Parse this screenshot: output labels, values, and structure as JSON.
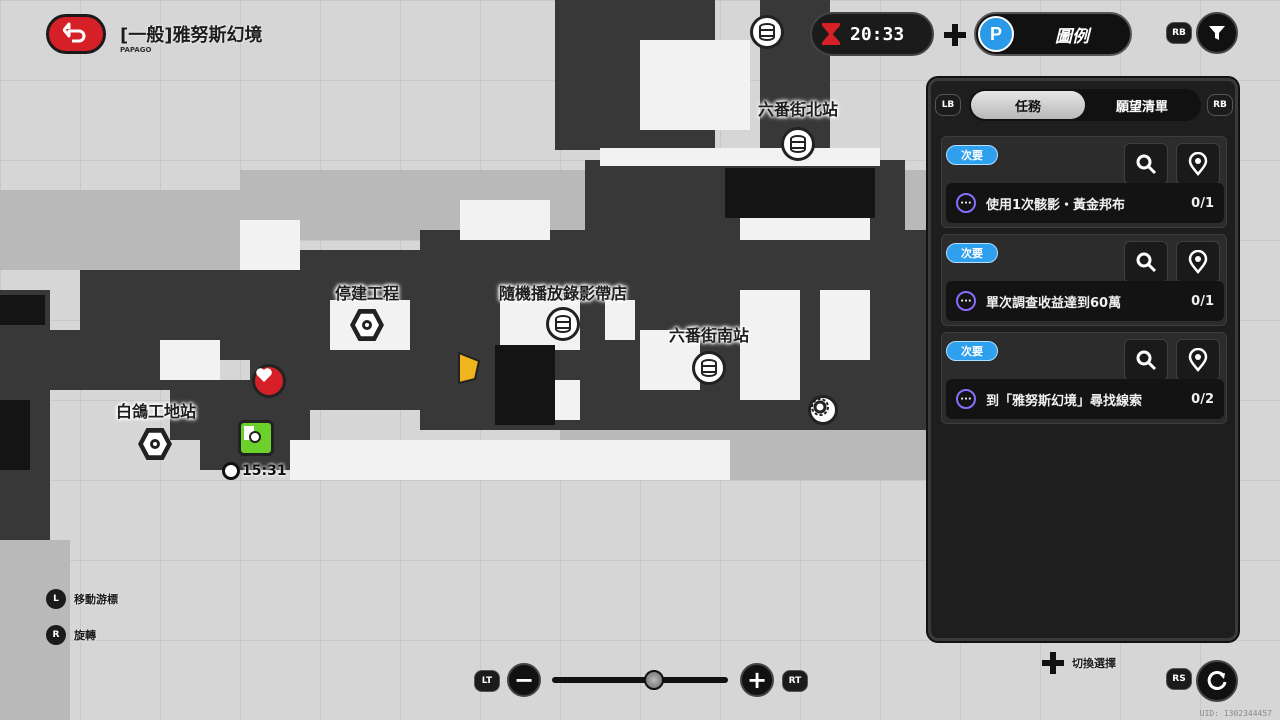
{
  "header": {
    "zone_title": "[一般]雅努斯幻境",
    "zone_subtitle": "PAPAGO"
  },
  "timer": {
    "value": "20:33"
  },
  "legend": {
    "label": "圖例"
  },
  "buttons": {
    "rb": "RB",
    "lb": "LB",
    "rs": "RS",
    "lt": "LT",
    "rt": "RT"
  },
  "panel": {
    "tabs": [
      {
        "label": "任務",
        "active": true
      },
      {
        "label": "願望清單",
        "active": false
      }
    ],
    "quests": [
      {
        "tag": "次要",
        "objective": "使用1次骸影・黃金邦布",
        "progress": "0/1"
      },
      {
        "tag": "次要",
        "objective": "單次調查收益達到60萬",
        "progress": "0/1"
      },
      {
        "tag": "次要",
        "objective": "到「雅努斯幻境」尋找線索",
        "progress": "0/2"
      }
    ]
  },
  "map": {
    "labels": [
      "六番街北站",
      "停建工程",
      "隨機播放錄影帶店",
      "六番街南站",
      "白鴿工地站"
    ],
    "marker_time": "15:31"
  },
  "controls": {
    "move_cursor": "移動游標",
    "rotate": "旋轉",
    "switch_select": "切換選擇",
    "l_key": "L",
    "r_key": "R",
    "zoom_level": 0.58
  },
  "uid": "UID: 1302344457"
}
